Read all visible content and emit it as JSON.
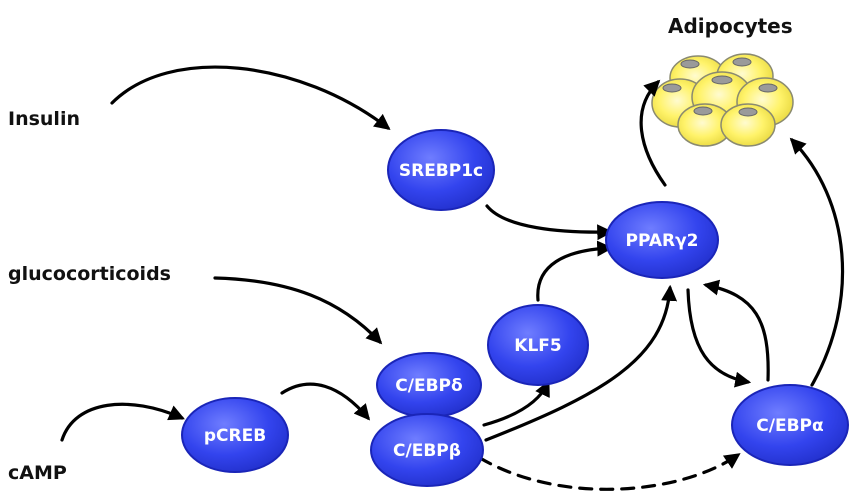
{
  "inputs": {
    "insulin": "Insulin",
    "glucocorticoids": "glucocorticoids",
    "camp": "cAMP"
  },
  "output": {
    "adipocytes": "Adipocytes"
  },
  "nodes": {
    "srebp1c": "SREBP1c",
    "ppar_g2": "PPARγ2",
    "klf5": "KLF5",
    "cebp_delta": "C/EBPδ",
    "cebp_beta": "C/EBPβ",
    "pcreb": "pCREB",
    "cebp_alpha": "C/EBPα"
  },
  "colors": {
    "node_fill": "#2f3fe6",
    "node_highlight": "#7f8cff",
    "cell_fill": "#ffef5a",
    "cell_rim": "#c9c9a0"
  }
}
